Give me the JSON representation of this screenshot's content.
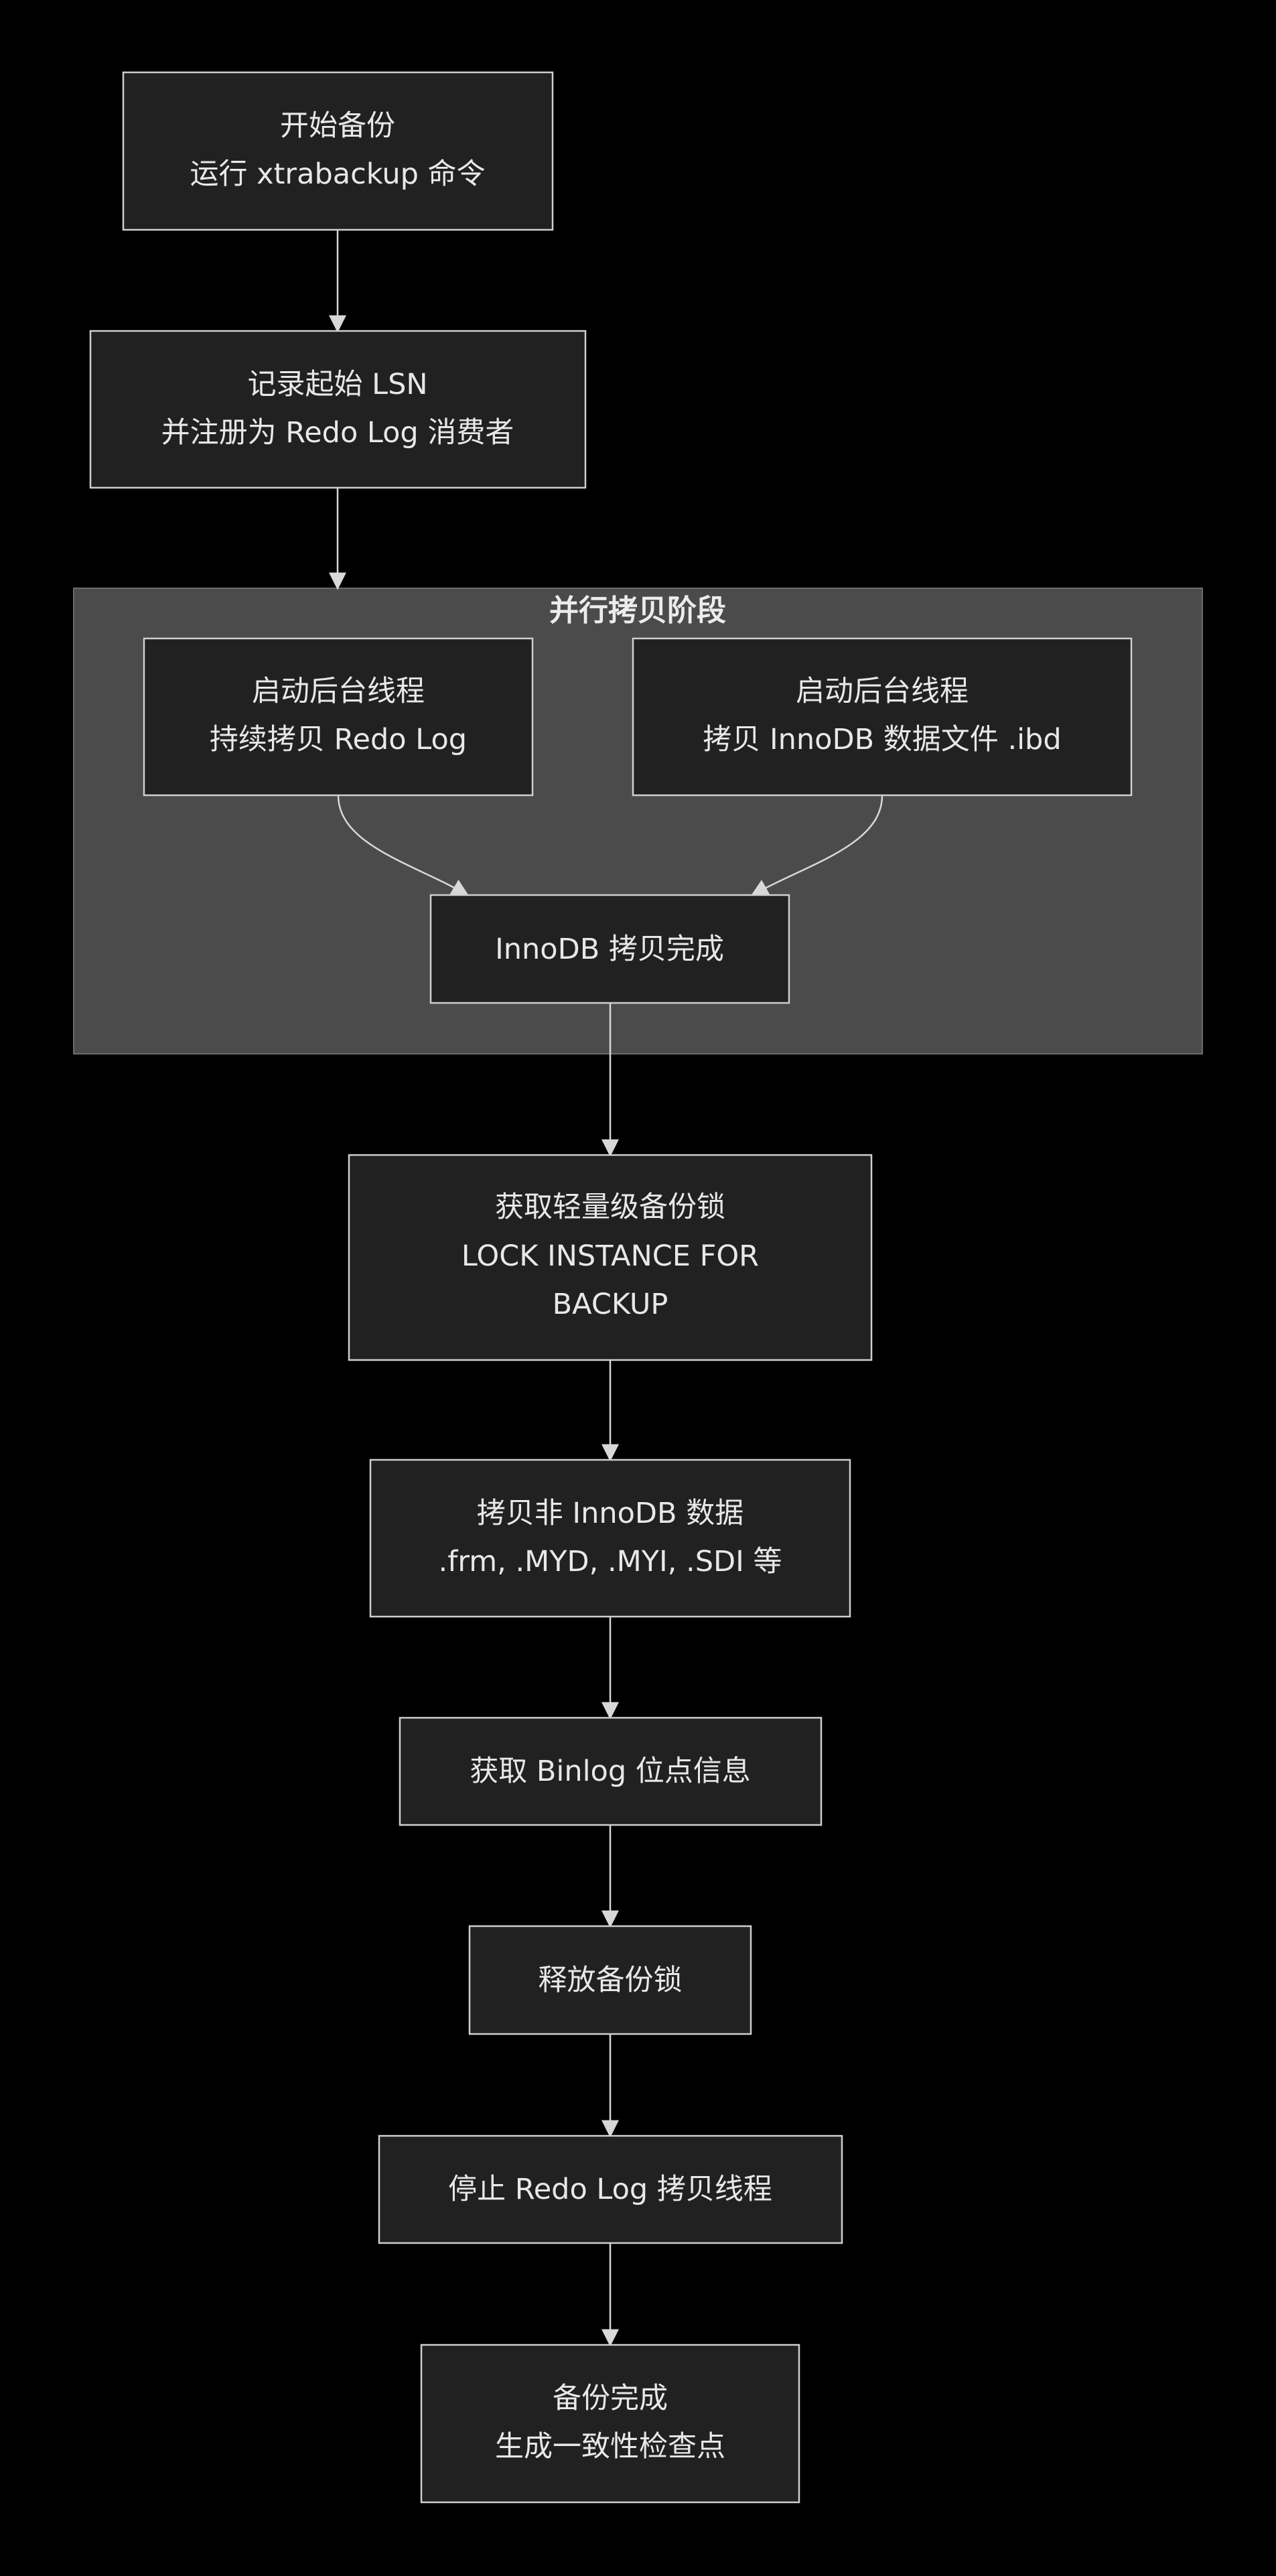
{
  "subgraph": {
    "title": "并行拷贝阶段"
  },
  "nodes": {
    "start": [
      "开始备份",
      "运行 xtrabackup 命令"
    ],
    "lsn": [
      "记录起始 LSN",
      "并注册为 Redo Log 消费者"
    ],
    "redo_thread": [
      "启动后台线程",
      "持续拷贝 Redo Log"
    ],
    "ibd_thread": [
      "启动后台线程",
      "拷贝 InnoDB 数据文件 .ibd"
    ],
    "innodb_done": [
      "InnoDB 拷贝完成"
    ],
    "lock": [
      "获取轻量级备份锁",
      "LOCK INSTANCE FOR",
      "BACKUP"
    ],
    "non_innodb": [
      "拷贝非 InnoDB 数据",
      ".frm, .MYD, .MYI, .SDI 等"
    ],
    "binlog": [
      "获取 Binlog 位点信息"
    ],
    "unlock": [
      "释放备份锁"
    ],
    "stop_redo": [
      "停止 Redo Log 拷贝线程"
    ],
    "done": [
      "备份完成",
      "生成一致性检查点"
    ]
  },
  "edges": [
    [
      "start",
      "lsn"
    ],
    [
      "lsn",
      "subgraph"
    ],
    [
      "redo_thread",
      "innodb_done"
    ],
    [
      "ibd_thread",
      "innodb_done"
    ],
    [
      "innodb_done",
      "lock"
    ],
    [
      "lock",
      "non_innodb"
    ],
    [
      "non_innodb",
      "binlog"
    ],
    [
      "binlog",
      "unlock"
    ],
    [
      "unlock",
      "stop_redo"
    ],
    [
      "stop_redo",
      "done"
    ]
  ]
}
